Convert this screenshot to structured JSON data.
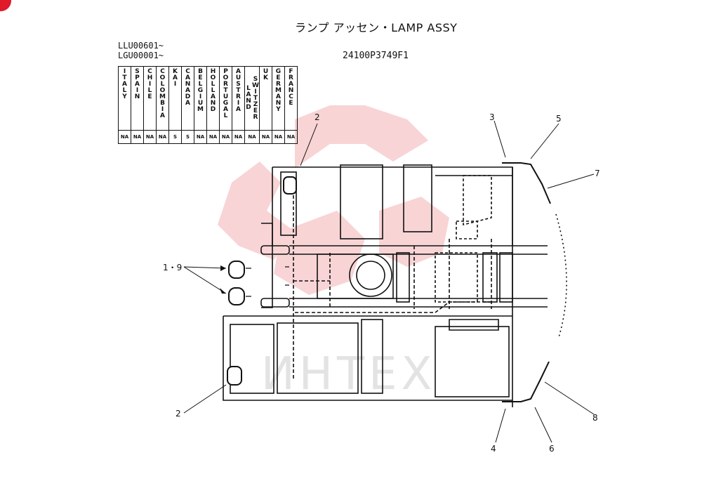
{
  "header": {
    "title": "ランプ アッセン・LAMP ASSY",
    "part_number": "24100P3749F1",
    "serial_ranges": [
      "LLU00601~",
      "LGU00001~"
    ]
  },
  "applicability": {
    "columns": [
      {
        "country": "ITALY",
        "code": "NA"
      },
      {
        "country": "SPAIN",
        "code": "NA"
      },
      {
        "country": "CHILE",
        "code": "NA"
      },
      {
        "country": "COLOMBIA",
        "code": "NA"
      },
      {
        "country": "KAI",
        "code": "S"
      },
      {
        "country": "CANADA",
        "code": "S"
      },
      {
        "country": "BELGIUM",
        "code": "NA"
      },
      {
        "country": "HOLLAND",
        "code": "NA"
      },
      {
        "country": "PORTUGAL",
        "code": "NA"
      },
      {
        "country": "AUSTRIA",
        "code": "NA"
      },
      {
        "country": "SWITZER LAND",
        "code": "NA"
      },
      {
        "country": "UK",
        "code": "NA"
      },
      {
        "country": "GERMANY",
        "code": "NA"
      },
      {
        "country": "FRANCE",
        "code": "NA"
      }
    ]
  },
  "callouts": {
    "c2_top": "2",
    "c3": "3",
    "c5": "5",
    "c7": "7",
    "c19": "1・9",
    "c2_bottom": "2",
    "c4": "4",
    "c6": "6",
    "c8": "8"
  },
  "watermark": {
    "text": "ИНТЕХ",
    "color": "#e0192b"
  }
}
